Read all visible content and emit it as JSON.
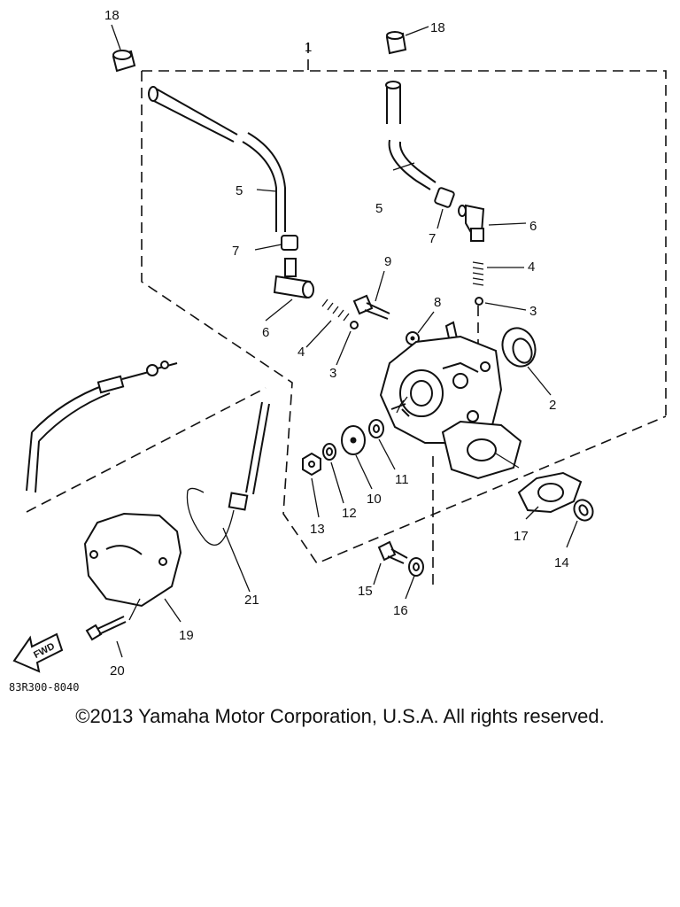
{
  "diagram": {
    "callouts": {
      "c1": "1",
      "c2": "2",
      "c3a": "3",
      "c3b": "3",
      "c4a": "4",
      "c4b": "4",
      "c5a": "5",
      "c5b": "5",
      "c6a": "6",
      "c6b": "6",
      "c7a": "7",
      "c7b": "7",
      "c8": "8",
      "c9": "9",
      "c10": "10",
      "c11": "11",
      "c12": "12",
      "c13": "13",
      "c14": "14",
      "c15": "15",
      "c16": "16",
      "c17": "17",
      "c18a": "18",
      "c18b": "18",
      "c19": "19",
      "c20": "20",
      "c21": "21"
    },
    "fwd_label": "FWD",
    "figure_code": "83R300-8040"
  },
  "copyright": "©2013 Yamaha Motor Corporation, U.S.A. All rights reserved."
}
